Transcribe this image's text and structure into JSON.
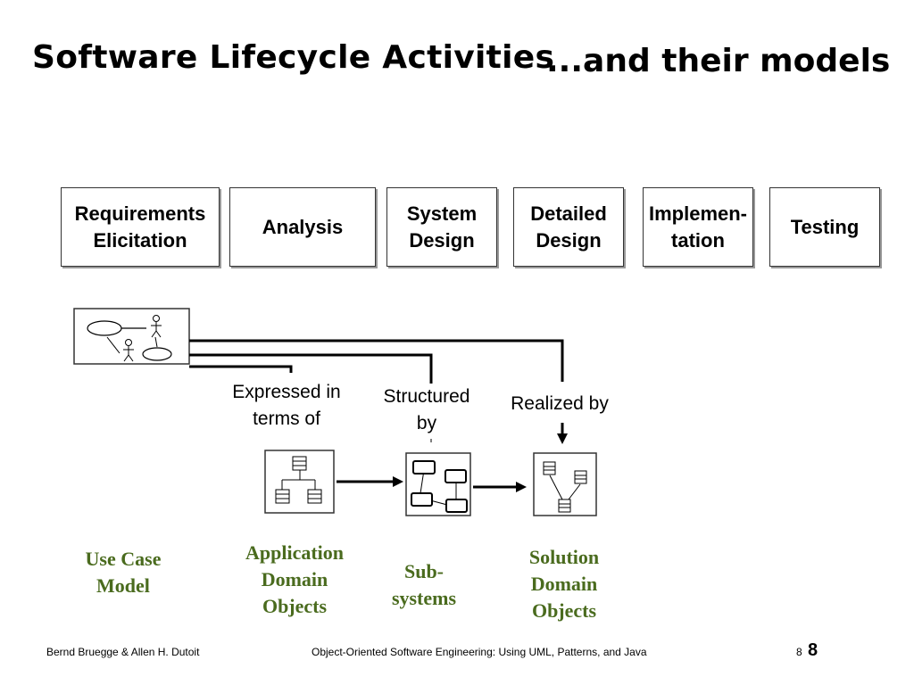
{
  "slide": {
    "title": "Software Lifecycle Activities",
    "title_suffix": "...and their models"
  },
  "activities": [
    {
      "label": "Requirements\nElicitation"
    },
    {
      "label": "Analysis"
    },
    {
      "label": "System\nDesign"
    },
    {
      "label": "Detailed\nDesign"
    },
    {
      "label": "Implemen-\ntation"
    },
    {
      "label": "Testing"
    }
  ],
  "relations": {
    "expressed": "Expressed in\nterms of",
    "structured": "Structured\nby",
    "realized": "Realized by"
  },
  "models": {
    "use_case": "Use Case\nModel",
    "application": "Application\nDomain\nObjects",
    "subsystems": "Sub-\nsystems",
    "solution": "Solution\nDomain\nObjects"
  },
  "footer": {
    "authors": "Bernd Bruegge & Allen H. Dutoit",
    "book": "Object-Oriented Software Engineering: Using UML, Patterns, and Java",
    "page_small": "8",
    "page": "8"
  },
  "colors": {
    "model_label": "#4a6b1e",
    "border": "#333333"
  }
}
